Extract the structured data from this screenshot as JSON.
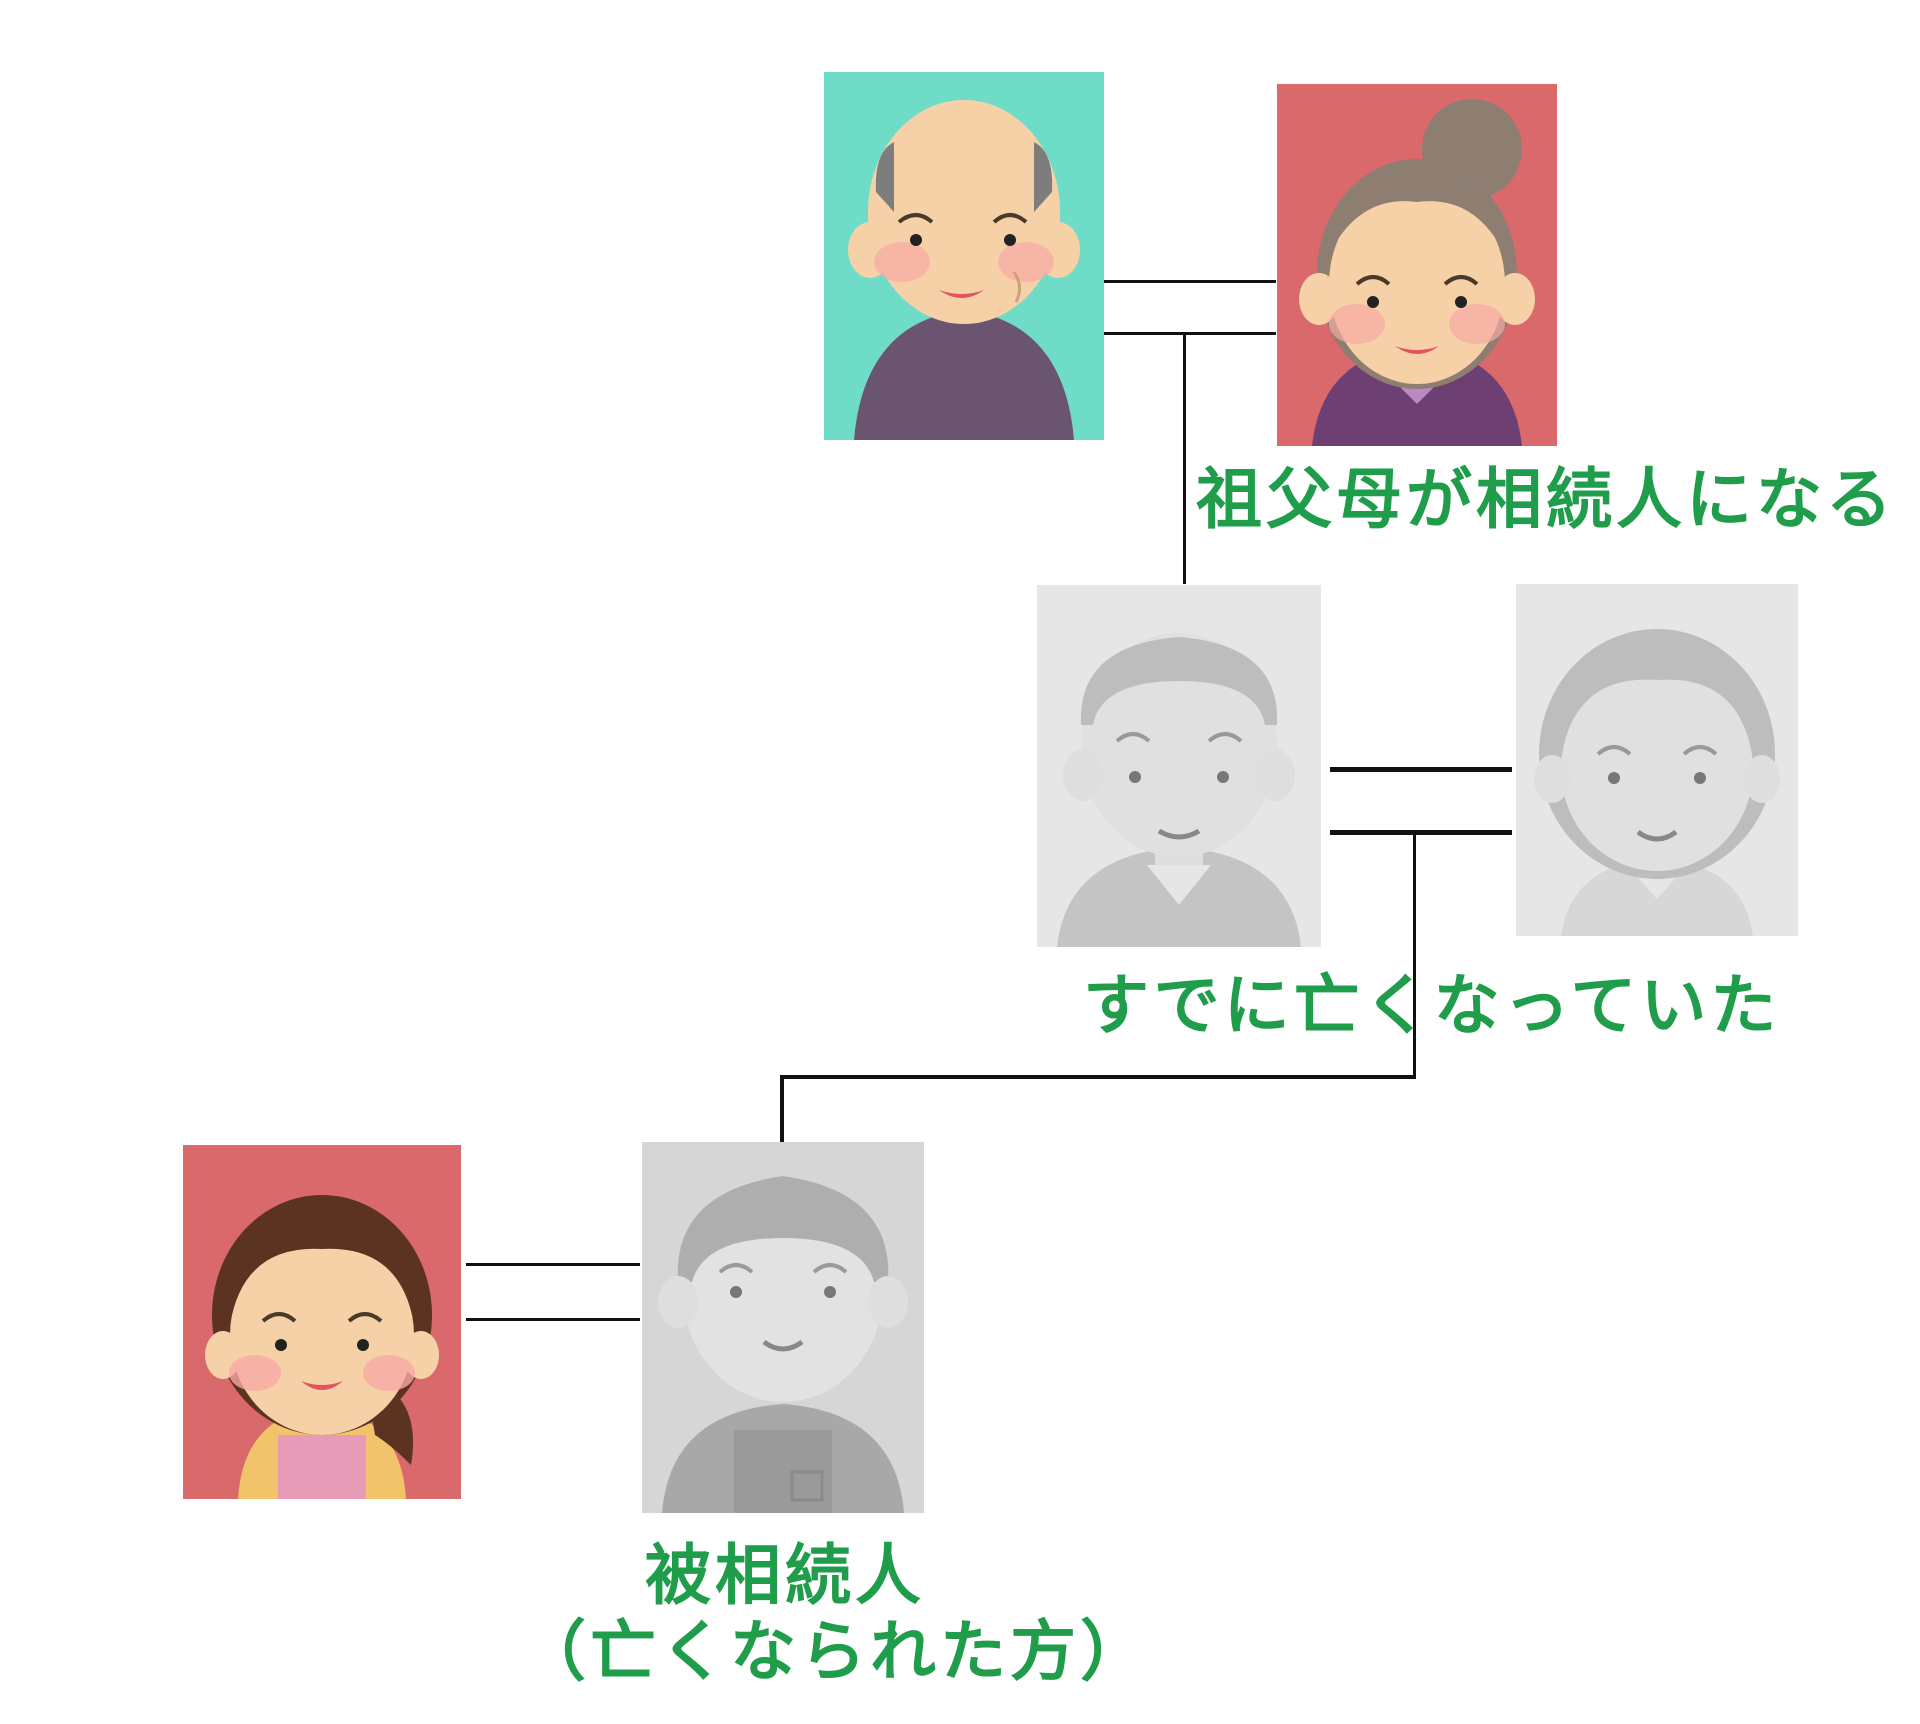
{
  "labels": {
    "grandparents_inherit": "祖父母が相続人になる",
    "parents_deceased": "すでに亡くなっていた",
    "decedent_line1": "被相続人",
    "decedent_line2": "（亡くなられた方）"
  },
  "colors": {
    "label_green": "#1f9d4a",
    "line": "#111111",
    "grandfather_bg": "#6fdcc7",
    "female_bg": "#d9696a",
    "faded_bg": "#e6e6e6",
    "faded_deceased_bg": "#d6d6d6"
  }
}
